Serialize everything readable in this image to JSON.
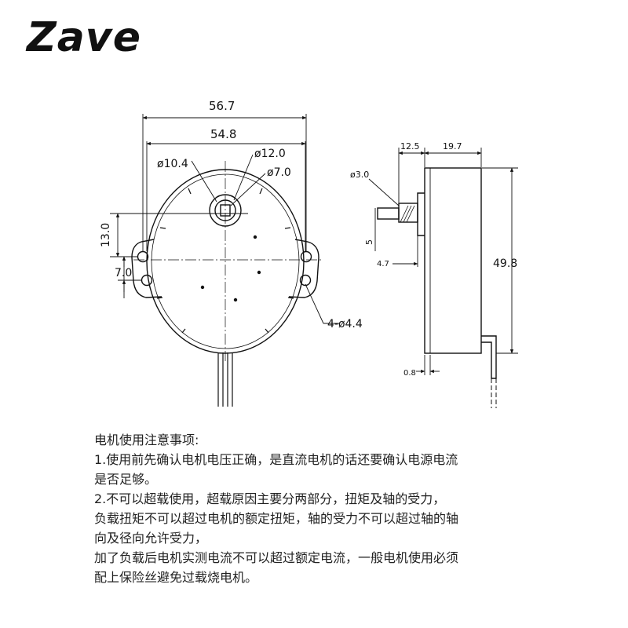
{
  "brand": {
    "logo_text": "Zave"
  },
  "front_view": {
    "dims": {
      "outer_width": "56.7",
      "inner_width": "54.8",
      "hub_dia": "ø10.4",
      "boss_dia": "ø12.0",
      "shaft_dia": "ø7.0",
      "offset_13": "13.0",
      "offset_7": "7.0",
      "holes": "4-ø4.4"
    }
  },
  "side_view": {
    "dims": {
      "shaft_len": "12.5",
      "body_depth": "19.7",
      "shaft_dia": "ø3.0",
      "flat": "5",
      "step": "4.7",
      "height": "49.8",
      "plate": "0.8"
    }
  },
  "notes": {
    "title": "电机使用注意事项:",
    "lines": [
      "1.使用前先确认电机电压正确，是直流电机的话还要确认电源电流",
      "是否足够。",
      "2.不可以超载使用，超载原因主要分两部分，扭矩及轴的受力，",
      "负载扭矩不可以超过电机的额定扭矩，轴的受力不可以超过轴的轴",
      "向及径向允许受力，",
      "加了负载后电机实测电流不可以超过额定电流，一般电机使用必须",
      "配上保险丝避免过载烧电机。"
    ]
  }
}
